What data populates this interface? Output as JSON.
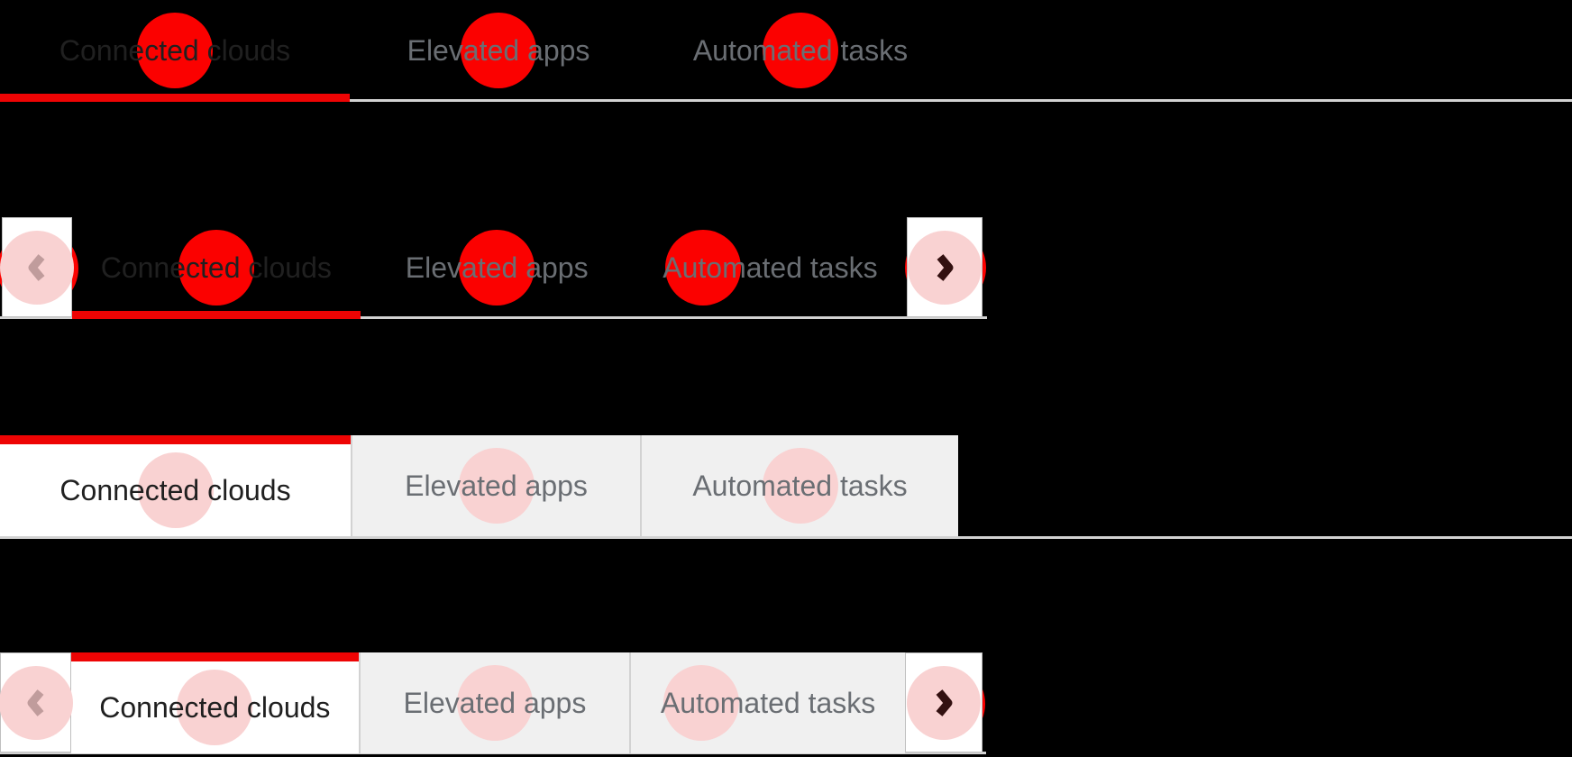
{
  "app": {
    "description": "Tabs component examples on black background",
    "background": "#000000"
  },
  "colors": {
    "accent_red": "#ee0404",
    "click_dot_red": "#fb0100",
    "hover_dot_pink": "#f9d2d2",
    "active_tab_bg": "#ffffff",
    "inactive_tab_bg": "#f0f0f0",
    "border_gray": "#d2d2d2",
    "active_text": "#202020",
    "inactive_text": "#6a6e73",
    "chevron_disabled_color": "#c09c9c",
    "chevron_enabled_color": "#331010"
  },
  "rows": [
    {
      "name": "underline tabs",
      "tabs": [
        {
          "label": "Connected clouds",
          "state": "active",
          "indicator": "red-dot"
        },
        {
          "label": "Elevated apps",
          "state": "inactive",
          "indicator": "red-dot"
        },
        {
          "label": "Automated tasks",
          "state": "inactive",
          "indicator": "red-dot"
        }
      ]
    },
    {
      "name": "underline tabs with scroll buttons",
      "left_scroll": {
        "icon": "angle-left-icon",
        "disabled": true
      },
      "right_scroll": {
        "icon": "angle-right-icon",
        "disabled": false
      },
      "tabs": [
        {
          "label": "Connected clouds",
          "state": "active",
          "indicator": "red-dot"
        },
        {
          "label": "Elevated apps",
          "state": "inactive",
          "indicator": "red-dot"
        },
        {
          "label": "Automated tasks",
          "state": "inactive",
          "indicator": "red-dot",
          "clipped": true
        }
      ]
    },
    {
      "name": "box tabs",
      "tabs": [
        {
          "label": "Connected clouds",
          "state": "active",
          "indicator": "pink-dot"
        },
        {
          "label": "Elevated apps",
          "state": "inactive",
          "indicator": "pink-dot"
        },
        {
          "label": "Automated tasks",
          "state": "inactive",
          "indicator": "pink-dot"
        }
      ]
    },
    {
      "name": "box tabs with scroll buttons",
      "left_scroll": {
        "icon": "angle-left-icon",
        "disabled": true
      },
      "right_scroll": {
        "icon": "angle-right-icon",
        "disabled": false
      },
      "tabs": [
        {
          "label": "Connected clouds",
          "state": "active",
          "indicator": "pink-dot"
        },
        {
          "label": "Elevated apps",
          "state": "inactive",
          "indicator": "pink-dot"
        },
        {
          "label": "Automated tasks",
          "state": "inactive",
          "indicator": "pink-dot",
          "clipped": true
        }
      ]
    }
  ]
}
